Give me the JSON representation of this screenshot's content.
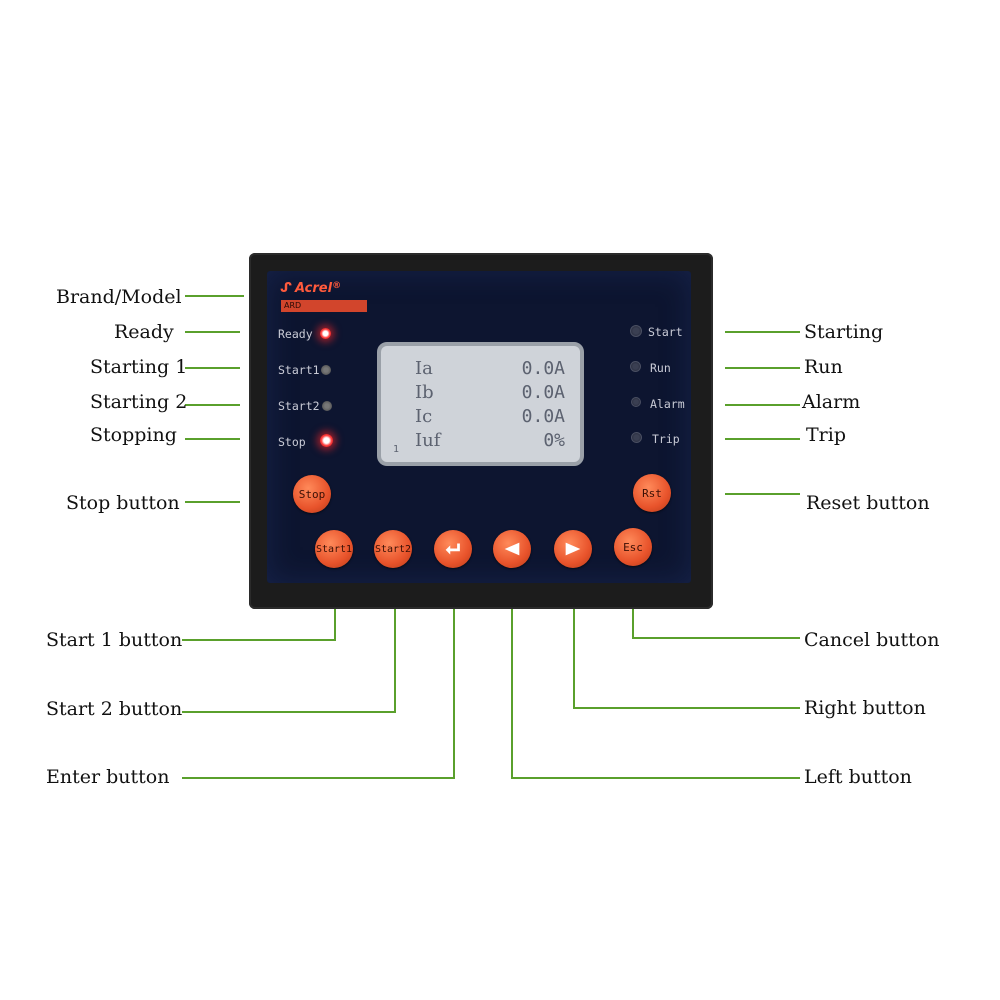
{
  "device": {
    "brand": "Acrel",
    "model": "ARD"
  },
  "indicators_left": [
    {
      "label": "Ready",
      "state": "on"
    },
    {
      "label": "Start1",
      "state": "dim"
    },
    {
      "label": "Start2",
      "state": "dim"
    },
    {
      "label": "Stop",
      "state": "on"
    }
  ],
  "indicators_right": [
    {
      "label": "Start",
      "state": "off"
    },
    {
      "label": "Run",
      "state": "off"
    },
    {
      "label": "Alarm",
      "state": "off"
    },
    {
      "label": "Trip",
      "state": "off"
    }
  ],
  "lcd": {
    "rows": [
      {
        "label": "Ia",
        "value": "0.0A"
      },
      {
        "label": "Ib",
        "value": "0.0A"
      },
      {
        "label": "Ic",
        "value": "0.0A"
      },
      {
        "label": "Iuf",
        "value": "0%"
      }
    ],
    "page": "1"
  },
  "buttons": {
    "stop": "Stop",
    "rst": "Rst",
    "start1": "Start1",
    "start2": "Start2",
    "enter": "enter-arrow-icon",
    "left": "left-triangle-icon",
    "right": "right-triangle-icon",
    "esc": "Esc"
  },
  "callouts": {
    "brand_model": "Brand/Model",
    "ready": "Ready",
    "starting1": "Starting 1",
    "starting2": "Starting 2",
    "stopping": "Stopping",
    "stop_button": "Stop button",
    "start1_button": "Start 1 button",
    "start2_button": "Start 2 button",
    "enter_button": "Enter button",
    "starting": "Starting",
    "run": "Run",
    "alarm": "Alarm",
    "trip": "Trip",
    "reset_button": "Reset button",
    "cancel_button": "Cancel button",
    "right_button": "Right button",
    "left_button": "Left button"
  },
  "colors": {
    "callout_line": "#5aa02c",
    "button": "#e8532b",
    "led_on": "#ff3030"
  }
}
